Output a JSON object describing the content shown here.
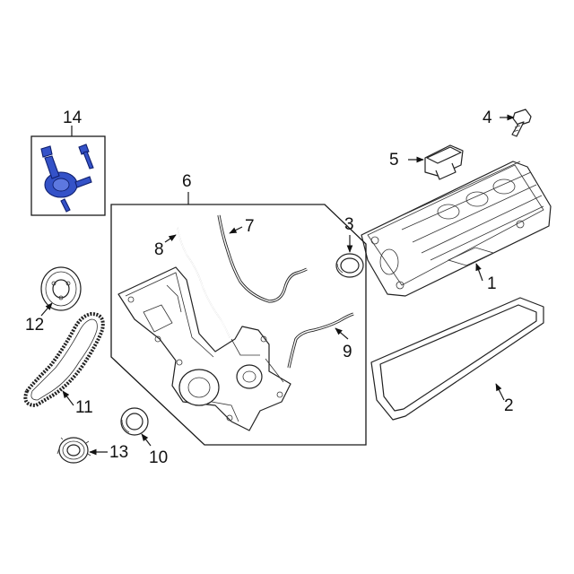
{
  "diagram": {
    "highlight_color": "#3452c8",
    "callouts": [
      {
        "id": "1",
        "label": "1"
      },
      {
        "id": "2",
        "label": "2"
      },
      {
        "id": "3",
        "label": "3"
      },
      {
        "id": "4",
        "label": "4"
      },
      {
        "id": "5",
        "label": "5"
      },
      {
        "id": "6",
        "label": "6"
      },
      {
        "id": "7",
        "label": "7"
      },
      {
        "id": "8",
        "label": "8"
      },
      {
        "id": "9",
        "label": "9"
      },
      {
        "id": "10",
        "label": "10"
      },
      {
        "id": "11",
        "label": "11"
      },
      {
        "id": "12",
        "label": "12"
      },
      {
        "id": "13",
        "label": "13"
      },
      {
        "id": "14",
        "label": "14"
      }
    ]
  }
}
